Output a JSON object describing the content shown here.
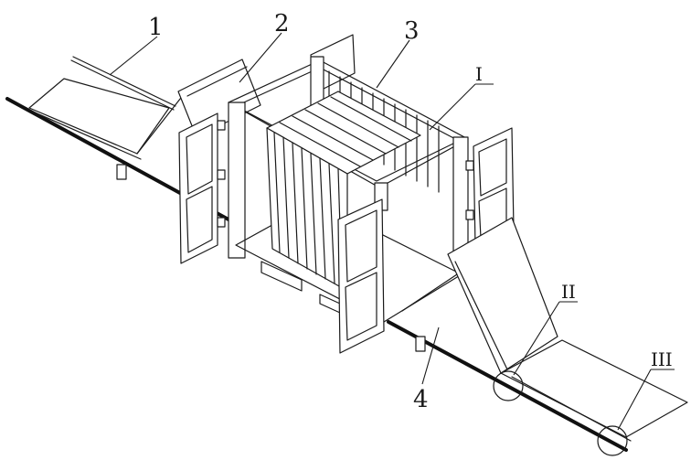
{
  "callouts": {
    "c1": "1",
    "c2": "2",
    "c3": "3",
    "c4": "4",
    "detail1": "I",
    "detail2": "II",
    "detail3": "III"
  },
  "colors": {
    "ink": "#1a1a1a",
    "paper": "#ffffff"
  }
}
